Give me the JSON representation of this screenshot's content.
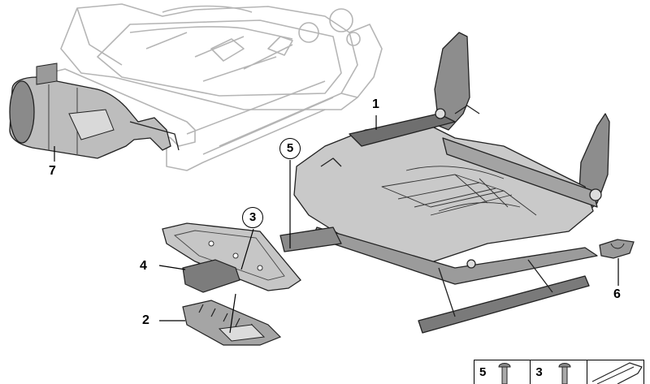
{
  "callouts": [
    {
      "id": "1",
      "style": "plain"
    },
    {
      "id": "2",
      "style": "plain"
    },
    {
      "id": "3",
      "style": "circled"
    },
    {
      "id": "4",
      "style": "plain"
    },
    {
      "id": "5",
      "style": "circled"
    },
    {
      "id": "6",
      "style": "plain"
    },
    {
      "id": "7",
      "style": "plain"
    }
  ],
  "legend": {
    "items": [
      {
        "number": "5",
        "icon": "bolt-icon"
      },
      {
        "number": "3",
        "icon": "bolt-icon"
      },
      {
        "number": "",
        "icon": "part-shape-icon"
      }
    ]
  },
  "colors": {
    "line": "#222222",
    "ghost_line": "#b5b5b5",
    "part_fill": "#bdbdbd",
    "part_dark": "#6a6a6a"
  }
}
